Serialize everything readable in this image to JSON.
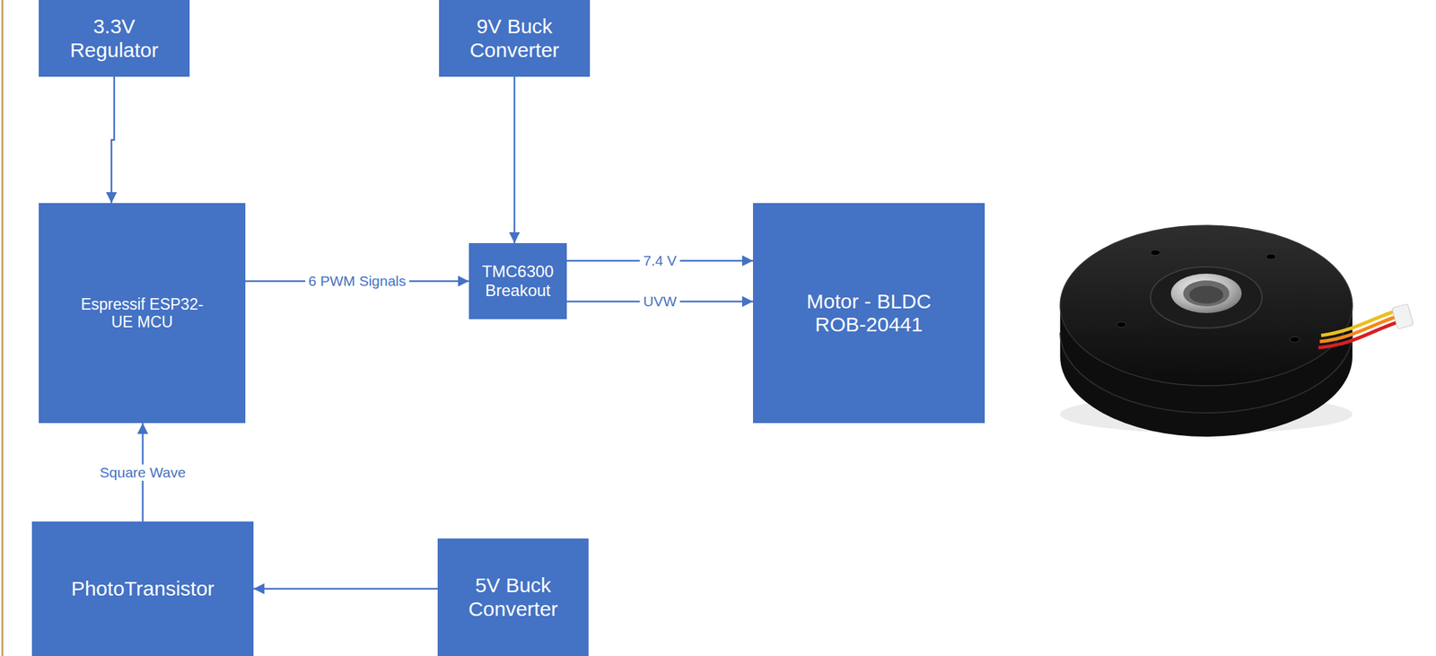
{
  "diagram": {
    "nodes": [
      {
        "text": [
          "3.3V Regulator"
        ]
      },
      {
        "text": [
          "9V Buck Converter"
        ]
      },
      {
        "text": [
          "Espressif ESP32-UE MCU"
        ]
      },
      {
        "text": [
          "TMC6300 Breakout"
        ]
      },
      {
        "text": [
          "Motor - BLDC ROB-20441"
        ]
      },
      {
        "text": [
          "PhotoTransistor"
        ]
      },
      {
        "text": [
          "5V Buck Converter"
        ]
      }
    ],
    "edges": [
      {
        "from": 0,
        "to": 2,
        "arrow": "to"
      },
      {
        "from": 1,
        "to": 3,
        "arrow": "to"
      },
      {
        "from": 2,
        "to": 3,
        "label": "6 PWM Signals",
        "arrow": "to"
      },
      {
        "from": 3,
        "to": 4,
        "label": "7.4 V",
        "arrow": "to"
      },
      {
        "from": 3,
        "to": 4,
        "label": "UVW",
        "arrow": "to"
      },
      {
        "from": 5,
        "to": 2,
        "label": "Square Wave",
        "arrow": "to"
      },
      {
        "from": 6,
        "to": 5,
        "arrow": "to"
      }
    ]
  }
}
